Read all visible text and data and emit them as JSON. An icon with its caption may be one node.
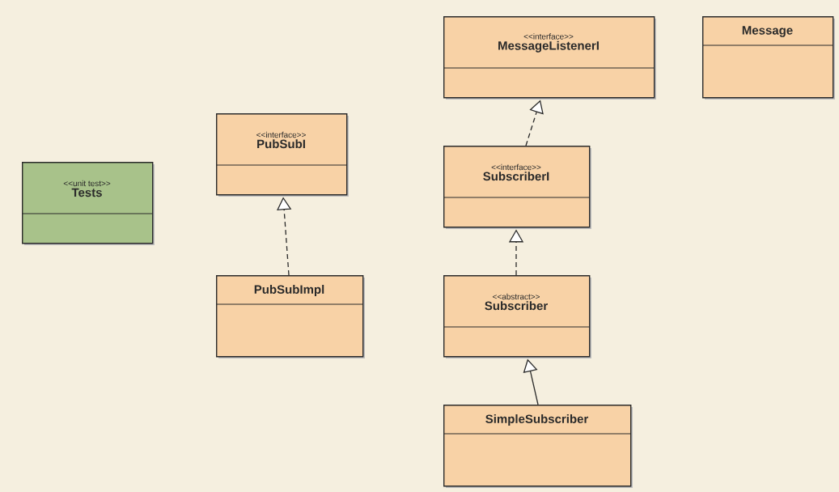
{
  "diagram": {
    "nodes": [
      {
        "text": [
          "<<interface>>",
          "MessageListenerI"
        ]
      },
      {
        "text": [
          "Message"
        ]
      },
      {
        "text": [
          "<<interface>>",
          "PubSubI"
        ]
      },
      {
        "text": [
          "<<unit test>>",
          "Tests"
        ]
      },
      {
        "text": [
          "<<interface>>",
          "SubscriberI"
        ]
      },
      {
        "text": [
          "PubSubImpl"
        ]
      },
      {
        "text": [
          "<<abstract>>",
          "Subscriber"
        ]
      },
      {
        "text": [
          "SimpleSubscriber"
        ]
      }
    ],
    "edges": [
      {
        "from": 5,
        "to": 2,
        "arrow": "to",
        "style": "dashed"
      },
      {
        "from": 4,
        "to": 0,
        "arrow": "to",
        "style": "dashed"
      },
      {
        "from": 6,
        "to": 4,
        "arrow": "to",
        "style": "dashed"
      },
      {
        "from": 7,
        "to": 6,
        "arrow": "to"
      }
    ]
  }
}
